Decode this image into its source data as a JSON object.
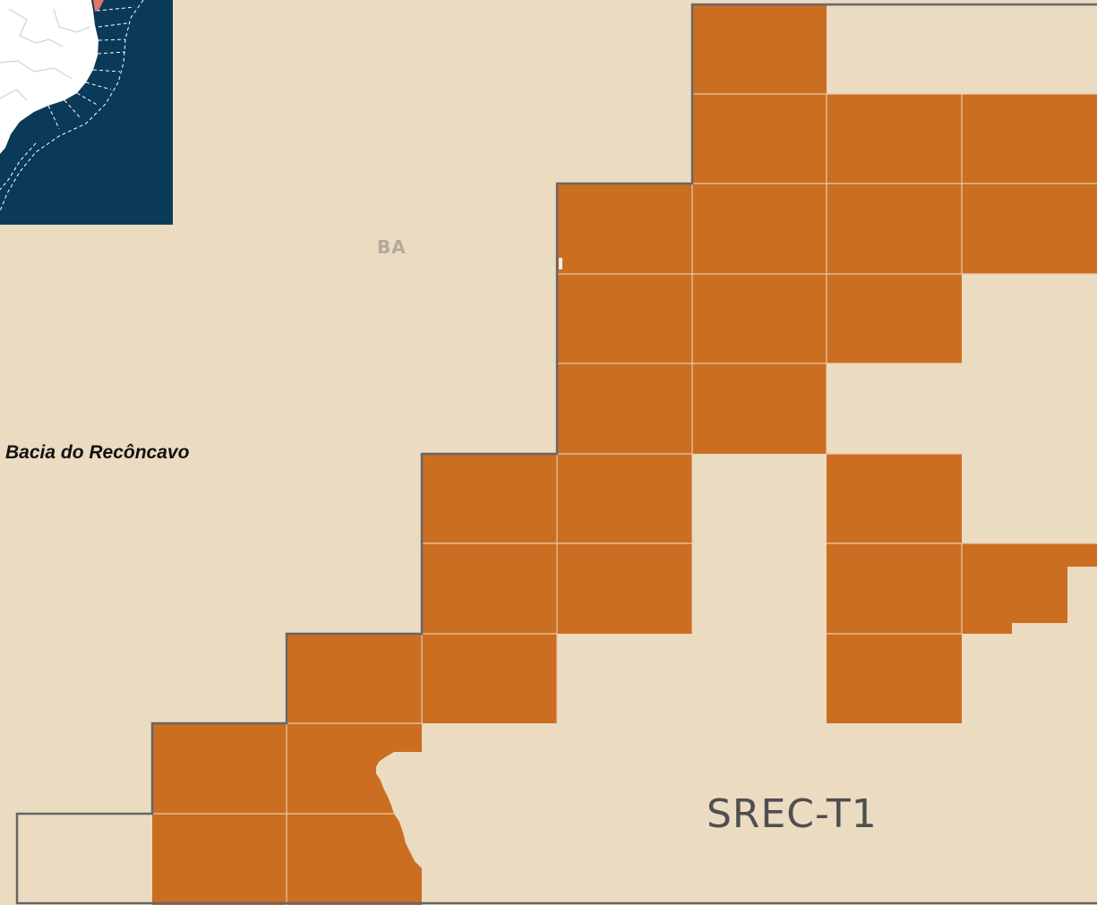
{
  "map": {
    "state_label": "BA",
    "basin_label": "Bacia do Recôncavo",
    "sector_label": "SREC-T1"
  },
  "inset": {
    "description_icon": "brazil-coast-inset-map"
  },
  "colors": {
    "background": "#ebdbc1",
    "block_fill": "#cb6e22",
    "grid_line": "#e9c9a8",
    "sector_outline": "#666666",
    "inset_ocean": "#0b3a58",
    "inset_land": "#ffffff"
  }
}
